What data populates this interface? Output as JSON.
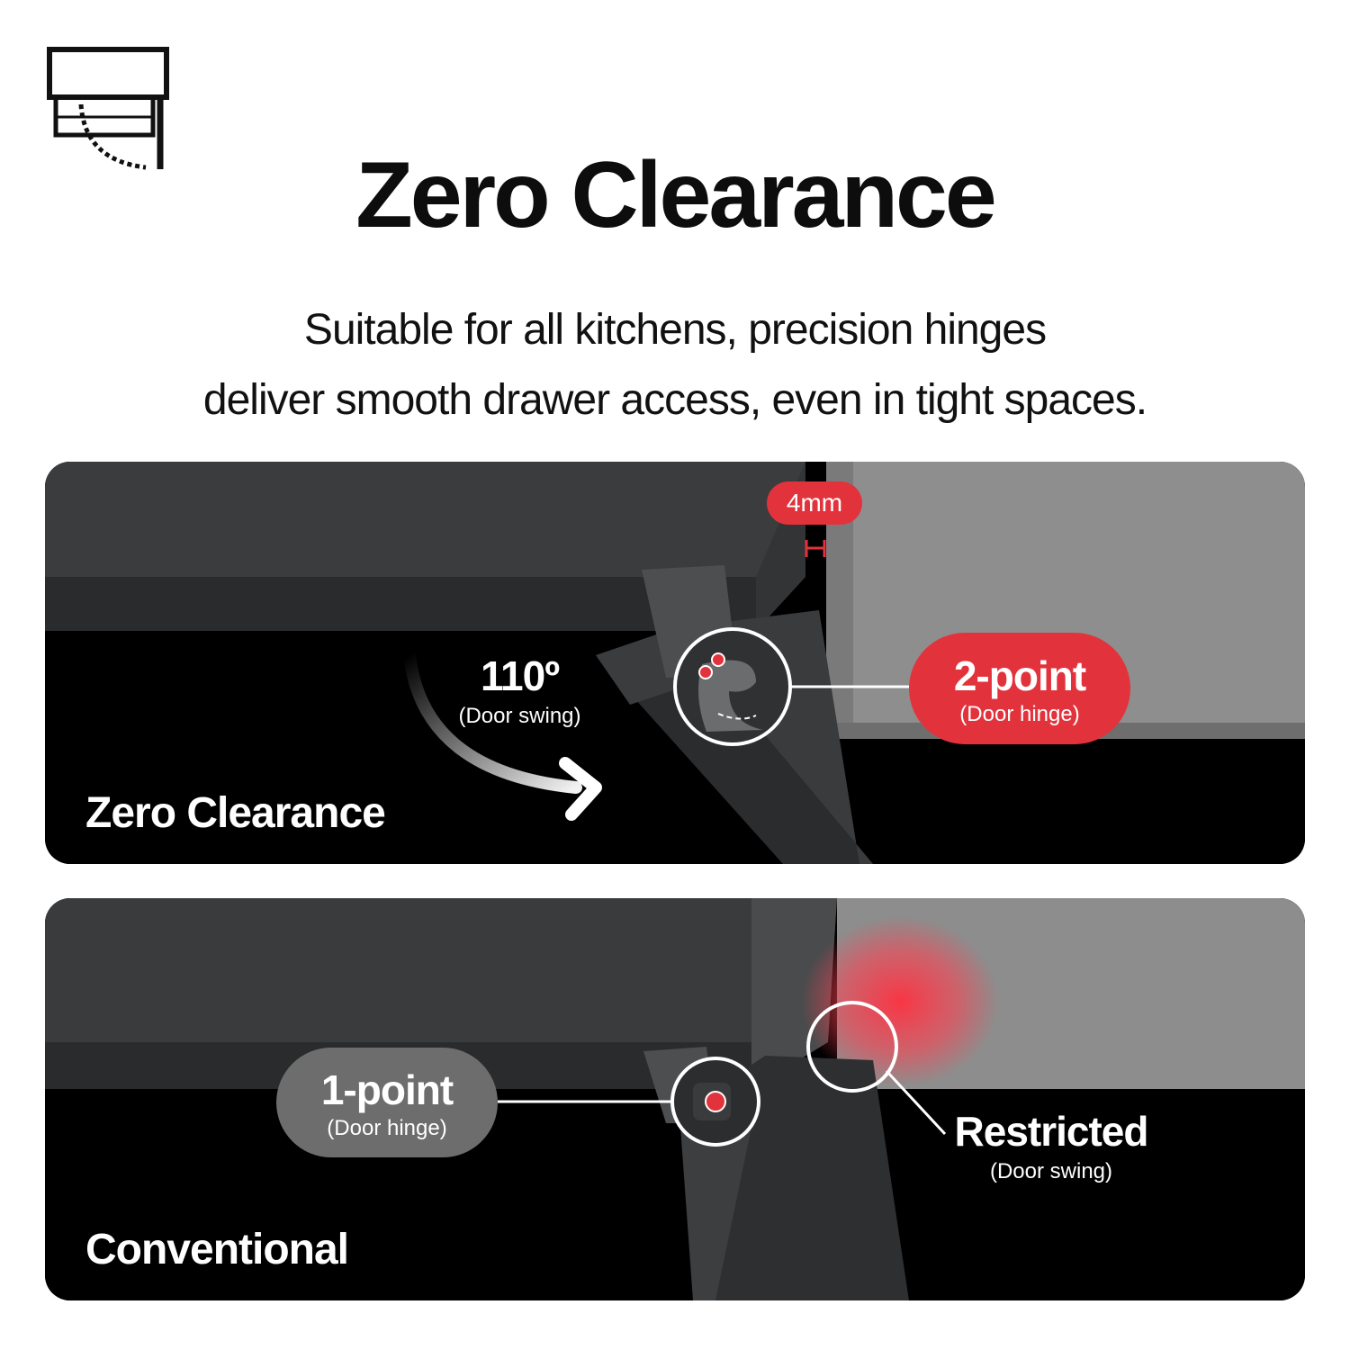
{
  "headline": "Zero Clearance",
  "subheadline": {
    "line1": "Suitable for all kitchens, precision hinges",
    "line2": "deliver smooth drawer access, even in tight spaces."
  },
  "logo_icon": "drawer-hinge-icon",
  "panel_zero": {
    "title": "Zero Clearance",
    "gap_badge": "4mm",
    "swing_angle": "110º",
    "swing_caption": "(Door swing)",
    "hinge_label": "2-point",
    "hinge_caption": "(Door hinge)"
  },
  "panel_conventional": {
    "title": "Conventional",
    "hinge_label": "1-point",
    "hinge_caption": "(Door hinge)",
    "swing_label": "Restricted",
    "swing_caption": "(Door swing)"
  },
  "colors": {
    "accent_red": "#e2333c",
    "gray_pill": "#6d6d6d",
    "cabinet": "#3a3b3c",
    "panel_bg": "#000000"
  }
}
